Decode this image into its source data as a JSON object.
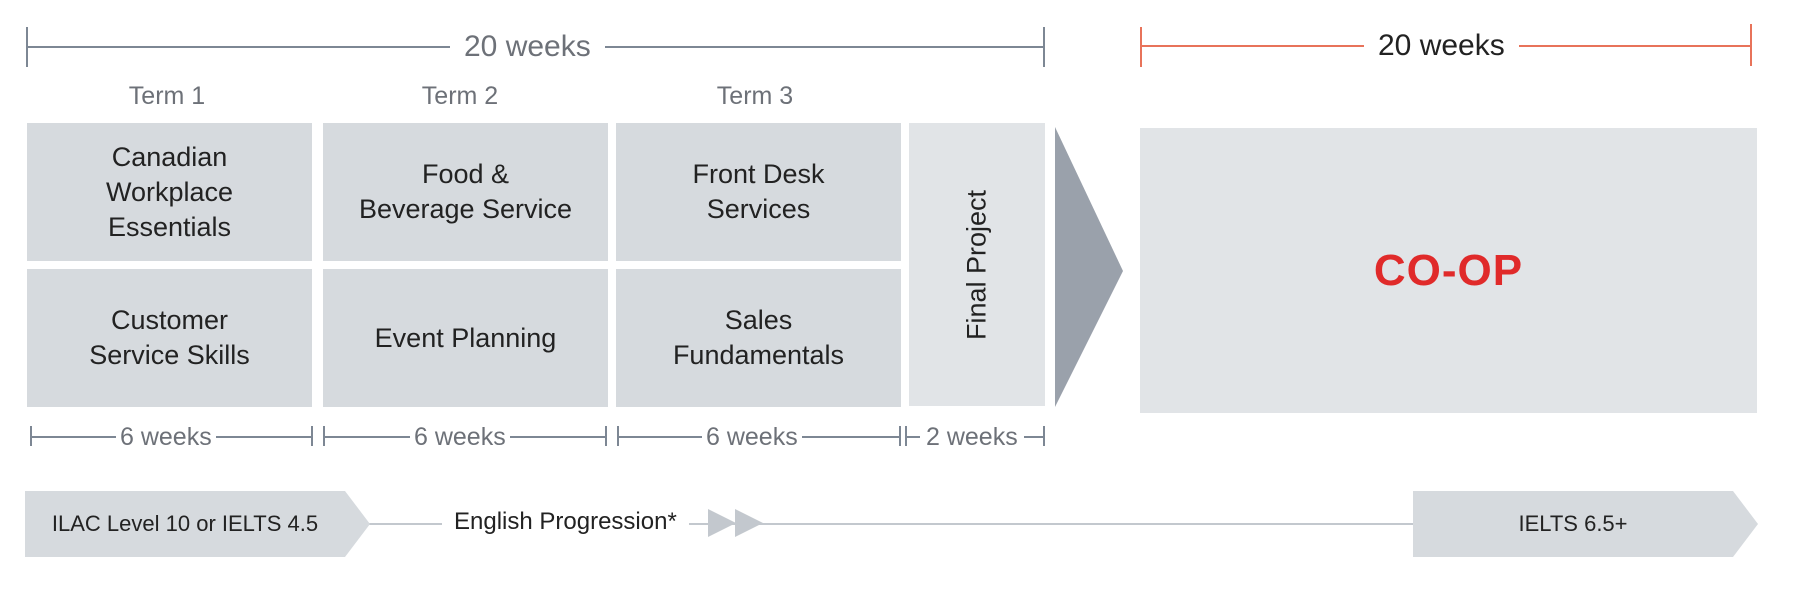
{
  "top_brackets": {
    "program_duration": "20 weeks",
    "coop_duration": "20 weeks"
  },
  "terms": [
    "Term 1",
    "Term 2",
    "Term 3"
  ],
  "courses": [
    {
      "term": "Term 1",
      "top": "Canadian\nWorkplace\nEssentials",
      "bottom": "Customer\nService Skills",
      "duration": "6 weeks"
    },
    {
      "term": "Term 2",
      "top": "Food &\nBeverage Service",
      "bottom": "Event Planning",
      "duration": "6 weeks"
    },
    {
      "term": "Term 3",
      "top": "Front Desk\nServices",
      "bottom": "Sales\nFundamentals",
      "duration": "6 weeks"
    }
  ],
  "final_project": {
    "label": "Final Project",
    "duration": "2 weeks"
  },
  "coop": {
    "label": "CO-OP"
  },
  "english_progression": {
    "start": "ILAC Level 10 or IELTS 4.5",
    "label": "English Progression*",
    "end": "IELTS 6.5+"
  },
  "colors": {
    "box_fill": "#d6dade",
    "light_box_fill": "#e1e4e7",
    "bracket_grey": "#7d8794",
    "bracket_orange": "#e8735a",
    "coop_red": "#e02a2a",
    "arrow_grey": "#9aa1ab"
  }
}
